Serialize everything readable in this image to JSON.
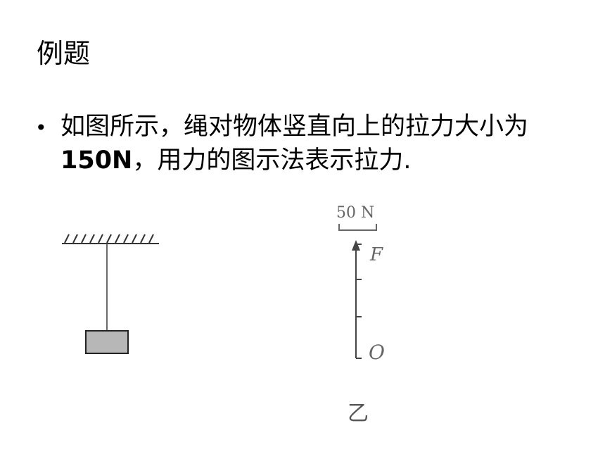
{
  "slide": {
    "title": "例题",
    "bullet_symbol": "•",
    "text_part1": "如图所示，绳对物体竖直向上的拉力大小为",
    "text_bold": "150N",
    "text_part2": "，用力的图示法表示拉力."
  },
  "figure_right": {
    "scale_label": "50 N",
    "force_label": "F",
    "origin_label": "O",
    "caption": "乙",
    "force_magnitude_N": 150,
    "scale_unit_N": 50,
    "segments": 3
  }
}
